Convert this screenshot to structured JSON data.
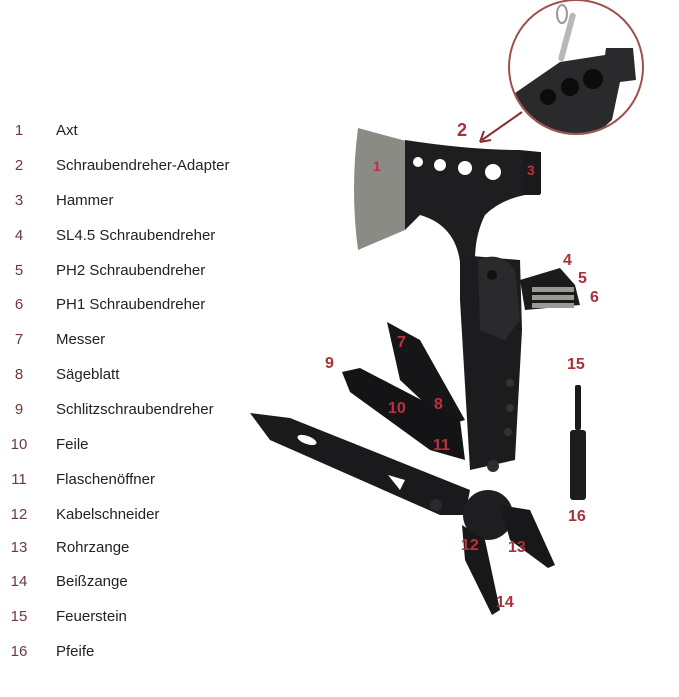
{
  "legend": {
    "items": [
      {
        "number": "1",
        "label": "Axt"
      },
      {
        "number": "2",
        "label": "Schraubendreher-Adapter"
      },
      {
        "number": "3",
        "label": "Hammer"
      },
      {
        "number": "4",
        "label": "SL4.5 Schraubendreher"
      },
      {
        "number": "5",
        "label": "PH2 Schraubendreher"
      },
      {
        "number": "6",
        "label": "PH1 Schraubendreher"
      },
      {
        "number": "7",
        "label": "Messer"
      },
      {
        "number": "8",
        "label": "Sägeblatt"
      },
      {
        "number": "9",
        "label": "Schlitzschraubendreher"
      },
      {
        "number": "10",
        "label": "Feile"
      },
      {
        "number": "11",
        "label": "Flaschenöffner"
      },
      {
        "number": "12",
        "label": "Kabelschneider"
      },
      {
        "number": "13",
        "label": "Rohrzange"
      },
      {
        "number": "14",
        "label": "Beißzange"
      },
      {
        "number": "15",
        "label": "Feuerstein"
      },
      {
        "number": "16",
        "label": "Pfeife"
      }
    ]
  },
  "callouts": {
    "c1": "1",
    "c2": "2",
    "c3": "3",
    "c4": "4",
    "c5": "5",
    "c6": "6",
    "c7": "7",
    "c8": "8",
    "c9": "9",
    "c10": "10",
    "c11": "11",
    "c12": "12",
    "c13": "13",
    "c14": "14",
    "c15": "15",
    "c16": "16"
  },
  "colors": {
    "callout_red": "#a8323a",
    "tool_black": "#1c1c1e",
    "blade_gray": "#8a8a84",
    "inset_ring": "#a0504a"
  }
}
